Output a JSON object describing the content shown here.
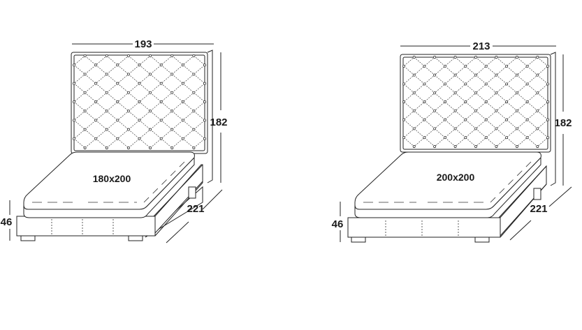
{
  "beds": [
    {
      "width_label": "193",
      "height_label": "182",
      "length_label": "221",
      "base_height_label": "46",
      "mattress_label": "180x200"
    },
    {
      "width_label": "213",
      "height_label": "182",
      "length_label": "221",
      "base_height_label": "46",
      "mattress_label": "200x200"
    }
  ],
  "colors": {
    "line": "#222222",
    "background": "#ffffff"
  }
}
